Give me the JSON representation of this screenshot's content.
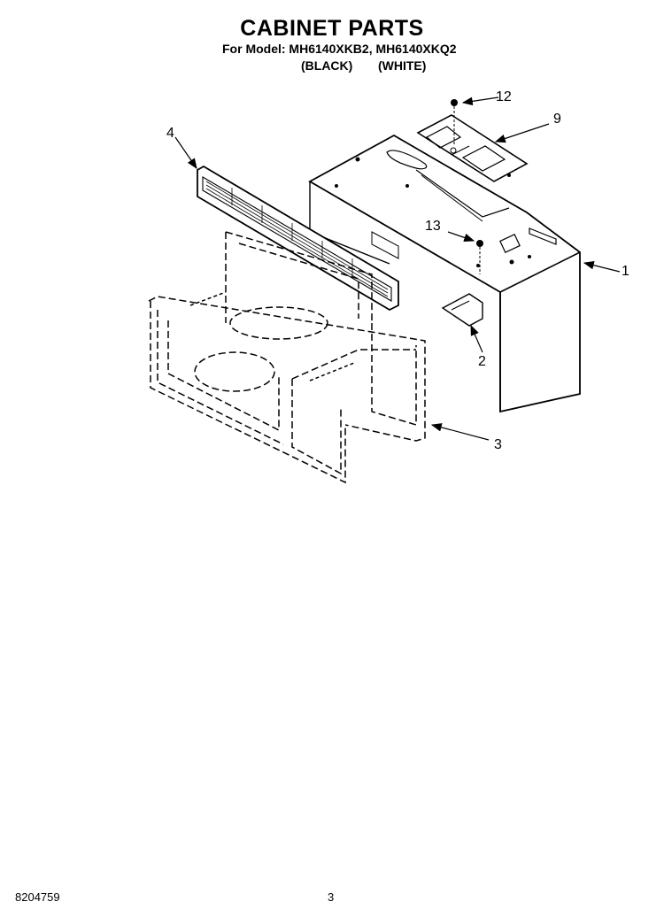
{
  "header": {
    "title": "CABINET PARTS",
    "model_line": "For Model: MH6140XKB2, MH6140XKQ2",
    "variant_black": "(BLACK)",
    "variant_white": "(WHITE)"
  },
  "callouts": [
    {
      "id": "1",
      "label": "1"
    },
    {
      "id": "2",
      "label": "2"
    },
    {
      "id": "3",
      "label": "3"
    },
    {
      "id": "4",
      "label": "4"
    },
    {
      "id": "9",
      "label": "9"
    },
    {
      "id": "12",
      "label": "12"
    },
    {
      "id": "13",
      "label": "13"
    }
  ],
  "footer": {
    "doc_number": "8204759",
    "page_number": "3"
  },
  "colors": {
    "line": "#000000",
    "background": "#ffffff"
  }
}
